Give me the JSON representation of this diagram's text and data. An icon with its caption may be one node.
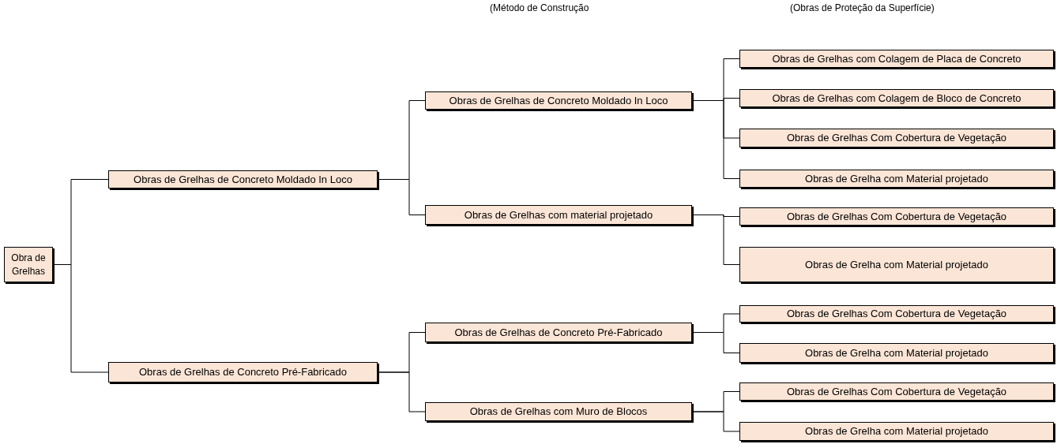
{
  "diagram": {
    "nodes": [
      {
        "text": [
          "Obra de Grelhas"
        ]
      },
      {
        "text": [
          "Obras de Grelhas de Concreto Moldado In Loco"
        ]
      },
      {
        "text": [
          "Obras de Grelhas de Concreto Pré-Fabricado"
        ]
      },
      {
        "text": [
          "Obras de Grelhas de Concreto Moldado In Loco"
        ]
      },
      {
        "text": [
          "Obras de Grelhas com material projetado"
        ]
      },
      {
        "text": [
          "Obras de Grelhas de Concreto Pré-Fabricado"
        ]
      },
      {
        "text": [
          "Obras de Grelhas com Muro de Blocos"
        ]
      },
      {
        "text": [
          "Obras de Grelhas com Colagem de Placa de Concreto"
        ]
      },
      {
        "text": [
          "Obras de Grelhas com Colagem de Bloco de Concreto"
        ]
      },
      {
        "text": [
          "Obras de Grelhas Com Cobertura de Vegetação"
        ]
      },
      {
        "text": [
          "Obras de Grelha com Material projetado"
        ]
      },
      {
        "text": [
          "Obras de Grelhas Com Cobertura de Vegetação"
        ]
      },
      {
        "text": [
          "Obras de Grelha com Material projetado"
        ]
      },
      {
        "text": [
          "Obras de Grelhas Com Cobertura de Vegetação"
        ]
      },
      {
        "text": [
          "Obras de Grelha com Material projetado"
        ]
      },
      {
        "text": [
          "Obras de Grelhas Com Cobertura de Vegetação"
        ]
      },
      {
        "text": [
          "Obras de Grelha com Material projetado"
        ]
      }
    ],
    "edges": [
      {
        "from": 0,
        "to": 1,
        "arrow": "none"
      },
      {
        "from": 0,
        "to": 2,
        "arrow": "none"
      },
      {
        "from": 1,
        "to": 3,
        "arrow": "none"
      },
      {
        "from": 1,
        "to": 4,
        "arrow": "none"
      },
      {
        "from": 2,
        "to": 5,
        "arrow": "none"
      },
      {
        "from": 2,
        "to": 6,
        "arrow": "none"
      },
      {
        "from": 3,
        "to": 7,
        "arrow": "none"
      },
      {
        "from": 3,
        "to": 8,
        "arrow": "none"
      },
      {
        "from": 3,
        "to": 9,
        "arrow": "none"
      },
      {
        "from": 3,
        "to": 10,
        "arrow": "none"
      },
      {
        "from": 4,
        "to": 11,
        "arrow": "none"
      },
      {
        "from": 4,
        "to": 12,
        "arrow": "none"
      },
      {
        "from": 5,
        "to": 13,
        "arrow": "none"
      },
      {
        "from": 5,
        "to": 14,
        "arrow": "none"
      },
      {
        "from": 6,
        "to": 15,
        "arrow": "none"
      },
      {
        "from": 6,
        "to": 16,
        "arrow": "none"
      }
    ],
    "labels": [
      "(Método de Construção",
      "(Obras de Proteção da Superfície)"
    ]
  }
}
